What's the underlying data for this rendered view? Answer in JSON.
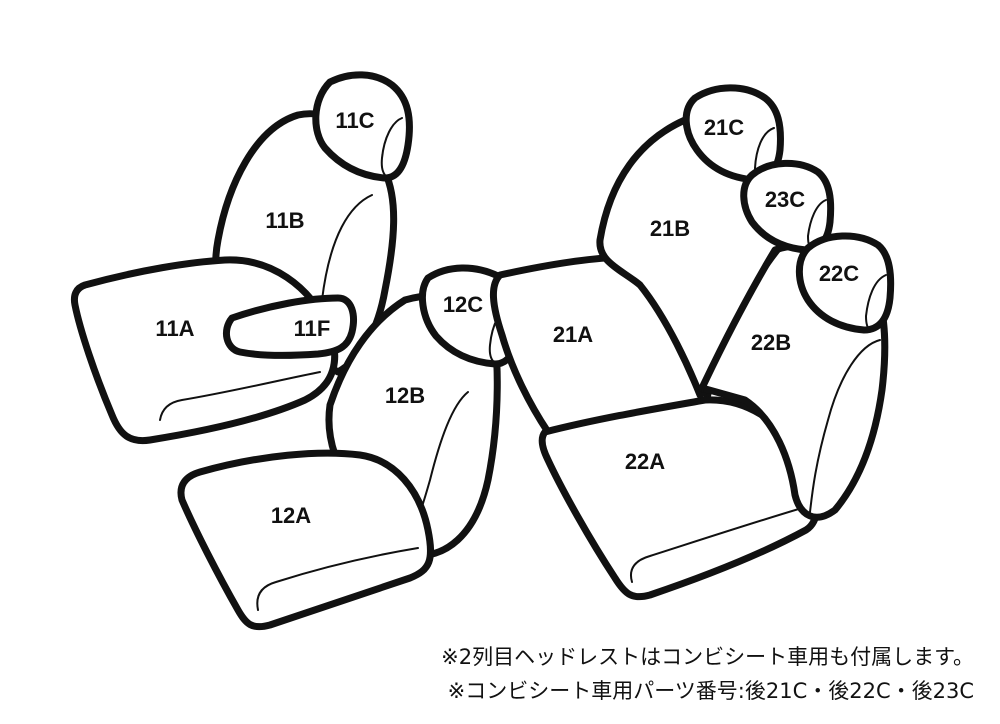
{
  "parts": [
    {
      "key": "11A",
      "label": "11A"
    },
    {
      "key": "11B",
      "label": "11B"
    },
    {
      "key": "11C",
      "label": "11C"
    },
    {
      "key": "11F",
      "label": "11F"
    },
    {
      "key": "12A",
      "label": "12A"
    },
    {
      "key": "12B",
      "label": "12B"
    },
    {
      "key": "12C",
      "label": "12C"
    },
    {
      "key": "21A",
      "label": "21A"
    },
    {
      "key": "21B",
      "label": "21B"
    },
    {
      "key": "21C",
      "label": "21C"
    },
    {
      "key": "22A",
      "label": "22A"
    },
    {
      "key": "22B",
      "label": "22B"
    },
    {
      "key": "22C",
      "label": "22C"
    },
    {
      "key": "23C",
      "label": "23C"
    }
  ],
  "notes": [
    "※2列目ヘッドレストはコンビシート車用も付属します。",
    "※コンビシート車用パーツ番号:後21C・後22C・後23C"
  ],
  "colors": {
    "line": "#111111",
    "background": "#ffffff"
  }
}
